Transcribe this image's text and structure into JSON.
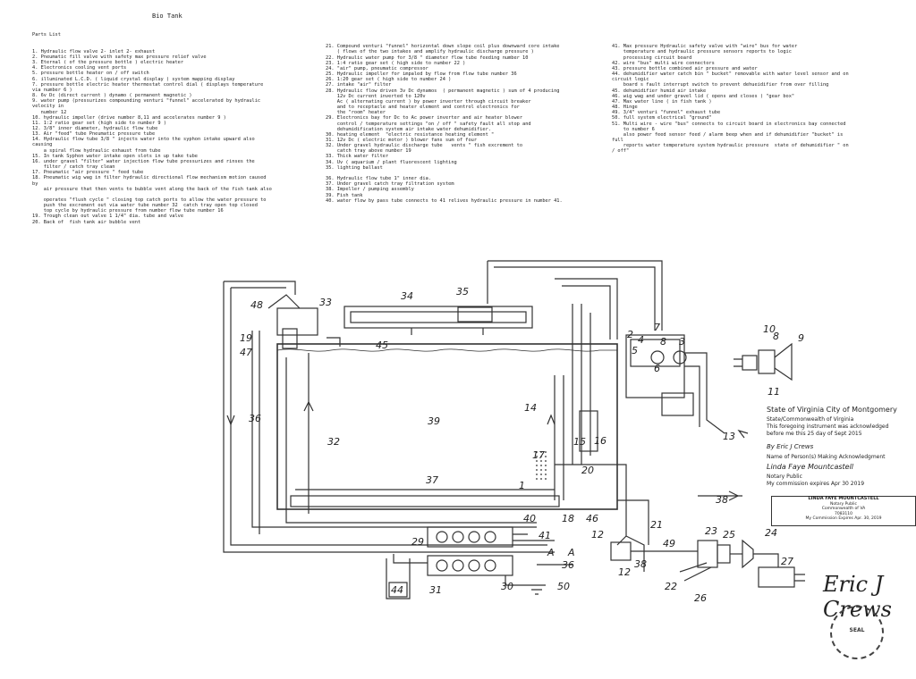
{
  "document": {
    "title": "Bio Tank",
    "parts_heading": "Parts List"
  },
  "parts": {
    "col1": [
      "1. Hydraulic flow valve 2- inlet 2- exhaust",
      "2. Pneumatic fill valve with safety max pressure relief valve",
      "3. Eternal ( of the pressure bottle ) electric heater",
      "4. Electronics cooling vent ports",
      "5. pressure bottle heater on / off switch",
      "6. illuminated L.C.D. ( liquid crystal display ) system mapping display",
      "7. pressure bottle electric heater thermostat control dial ( displays temperature",
      "via number 6 )",
      "8. 6v Dc (direct current ) dynamo ( permanent magnetic )",
      "9. water pump (pressurizes compounding venturi \"funnel\" accelerated by hydraulic",
      "velocity in",
      "   number 12",
      "10. hydraulic impeller (drive number 8,11 and accelerates number 9 )",
      "11. 1:2 ratio gear set (high side to number 9 )",
      "12. 3/8\" inner diameter, hydraulic flow tube",
      "13. Air \"feed\" tube Pneumatic pressure tube",
      "14. Hydraulic flow tube 3/8 \" injects water into the syphon intake upward also",
      "causing",
      "    a spiral flow hydraulic exhaust from tube",
      "15. In tank Syphon water intake open slots in up take tube",
      "16. under gravel \"filter\" water injection flow tube pressurizes and rinses the",
      "    filter / catch tray clean",
      "17. Pneumatic \"air pressure \" feed tube",
      "18. Pneumatic wig wag in filter hydraulic directional flow mechanism motion caused",
      "by",
      "    air pressure that then vents to bubble vent along the back of the fish tank also",
      "",
      "    operates \"flush cycle \" closing top catch ports to allow the water pressure to",
      "    push the excrement out via water tube number 32  catch tray open top closed",
      "    top cycle by hydraulic pressure from number flow tube number 16",
      "19. Trough clean out valve 1 1/4\" dia. tube and valve",
      "20. Back of  fish tank air bubble vent"
    ],
    "col2": [
      "21. Compound venturi \"funnel\" horizontal down slope coil plus downward core intake",
      "    ( flows of the two intakes and amplify hydraulic discharge pressure )",
      "22. Hydraulic water pump for 3/8 \" diameter flow tube feeding number 10",
      "23. 1:4 ratio gear set ( high side to number 22 )",
      "24. \"air\" pump, pneumatic compressor",
      "25. Hydraulic impeller for impaled by flow from flow tube number 36",
      "26. 1:20 gear set ( high side to number 24 )",
      "27. intake \"air\" filter",
      "28. Hydraulic flow driven 3v Dc dynamos  ( permanent magnetic ) sum of 4 producing",
      "    12v Dc current inverted to 120v",
      "    Ac ( alternating current ) by power inverter through circuit breaker",
      "    and to receptacle and heater element and control electronics for",
      "    the \"room\" heater",
      "29. Electronics bay for Dc to Ac power inverter and air heater blower",
      "    control / temperature settings \"on / off \" safety fault all stop and",
      "    dehumidification system air intake water dehumidifier.",
      "30. heating element  \"electric resistance heating element \"",
      "31. 12v Dc ( electric motor ) blower fans sum of four",
      "32. Under gravel hydraulic discharge tube   vents \" fish excrement to",
      "    catch tray above number 19",
      "33. Thick water filter",
      "34. Uv ( aquarium / plant fluorescent lighting",
      "35. lighting ballast",
      "",
      "36. Hydraulic flow tube 1\" inner dia.",
      "37. Under gravel catch tray filtration system",
      "38. Impeller / pumping assembly",
      "39. Fish tank",
      "40. water flow by pass tube connects to 41 relives hydraulic pressure in number 41."
    ],
    "col3": [
      "41. Max pressure Hydraulic safety valve with \"wire\" bus for water",
      "    temperature and hydraulic pressure sensors reports to logic",
      "    processing circuit board",
      "42. wire \"bus\" multi wire connectors",
      "43. pressure bottle combined air pressure and water",
      "44. dehumidifier water catch bin \" bucket\" removable with water level sensor and on",
      "circuit logic",
      "    board s fault interrupt switch to prevent dehueidifier from over filling",
      "45. dehumidifier humid air intake",
      "46. wig wag and under gravel lid ( opens and closes ) \"gear box\"",
      "47. Max water line ( in fish tank )",
      "48. Hinge",
      "49. 3/4\" venturi \"funnel\" exhaust tube",
      "50. full system electrical \"ground\"",
      "51. Multi wire - wire \"bus\" connects to circuit board in electronics bay connected",
      "    to number 6",
      "    also power feed sensor feed / alarm beep when and if dehumidifier \"bucket\" is",
      "full",
      "    reports water temperature system hydraulic pressure  state of dehumidifier \" on",
      "/ off\""
    ]
  },
  "labels": [
    "48",
    "33",
    "34",
    "35",
    "19",
    "47",
    "45",
    "39",
    "36",
    "32",
    "37",
    "14",
    "15",
    "17",
    "16",
    "20",
    "1",
    "2",
    "4",
    "5",
    "7",
    "8",
    "3",
    "6",
    "12",
    "10",
    "8",
    "9",
    "11",
    "13",
    "40",
    "46",
    "18",
    "41",
    "21",
    "49",
    "29",
    "31",
    "30",
    "50",
    "44",
    "A",
    "A",
    "38",
    "36",
    "12",
    "38",
    "23",
    "25",
    "26",
    "22",
    "24",
    "27"
  ],
  "notary": {
    "state_line": "State of Virginia  City of Montgomery",
    "county_line": "State/Commonwealth of Virginia",
    "ack_line": "This foregoing instrument was acknowledged",
    "date_line": "before me this 25 day of Sept 2015",
    "by_line": "By Eric J Crews",
    "name_line": "Name of Person(s) Making Acknowledgment",
    "signature_line": "Linda Faye Mountcastell",
    "notary_line": "Notary Public",
    "commission_line": "My commission expires Apr 30 2019",
    "stamp": {
      "name": "LINDA FAYE MOUNTCASTELL",
      "title": "Notary Public",
      "commonwealth": "Commonwealth of VA",
      "reg": "7083110",
      "expires": "My Commission Expires Apr. 30, 2019"
    }
  },
  "signature": "Eric J Crews",
  "seal_text": "SEAL"
}
